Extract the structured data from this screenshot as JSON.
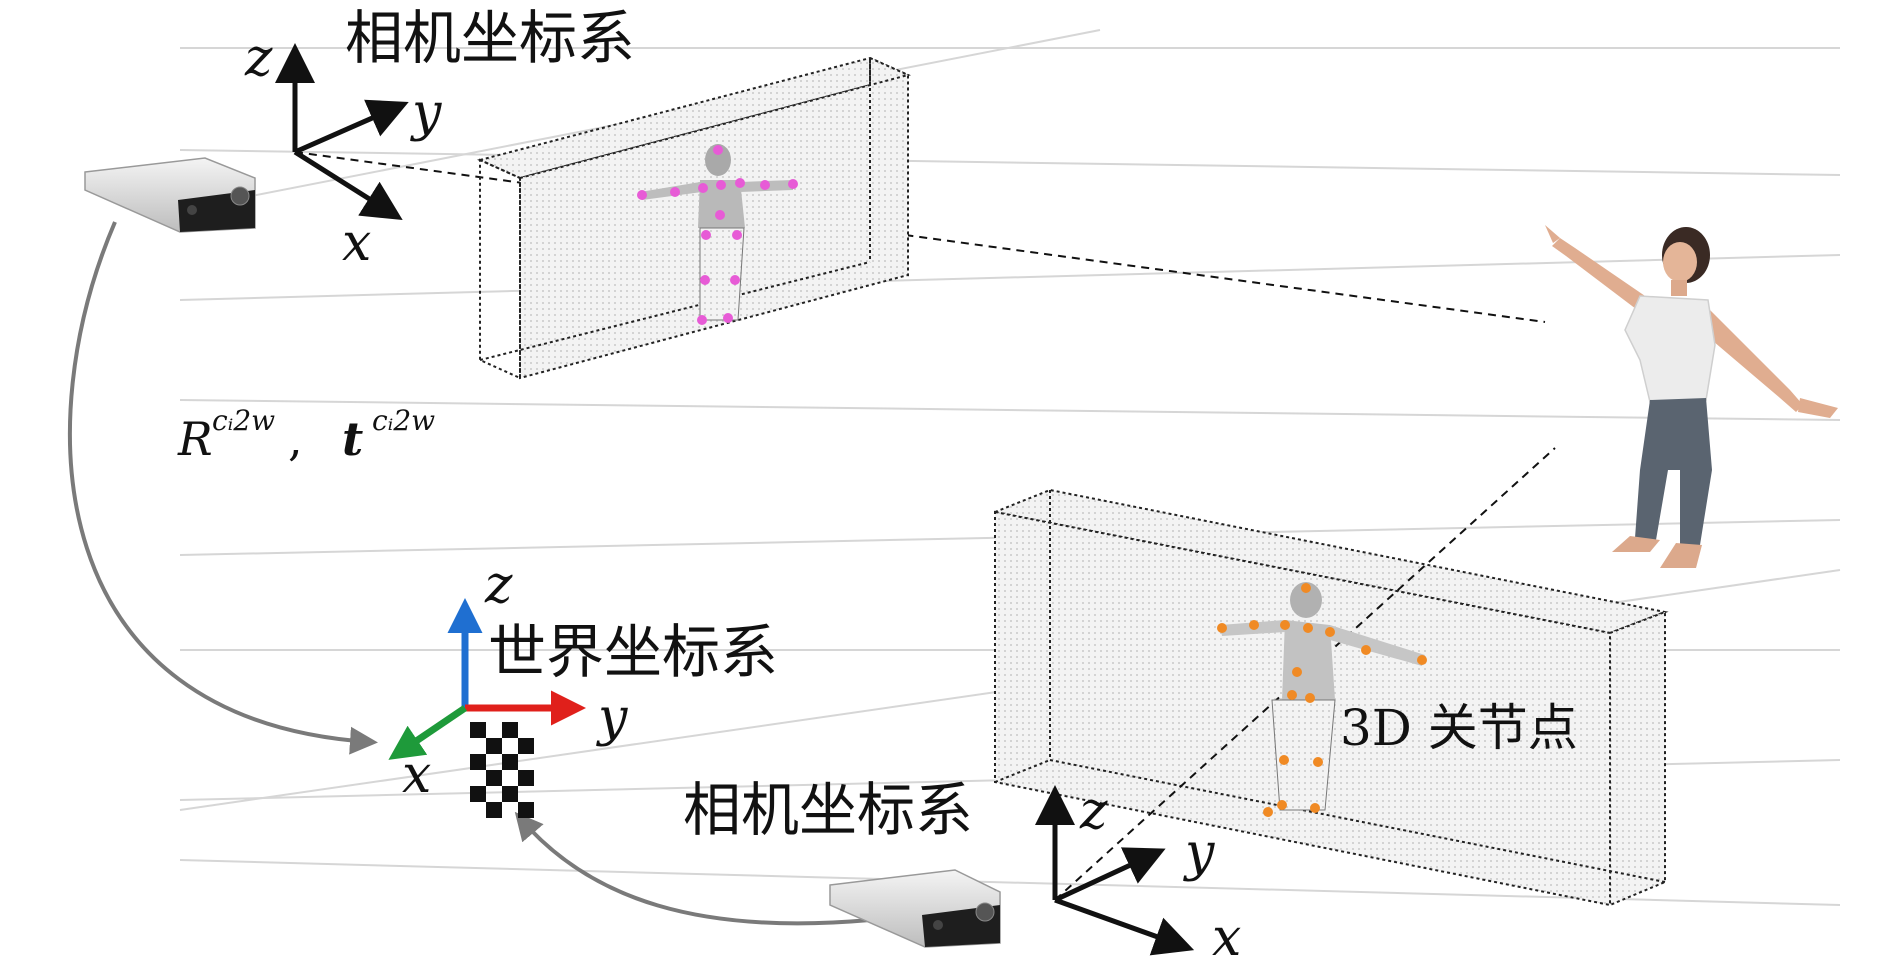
{
  "labels": {
    "camera_frame_top": "相机坐标系",
    "camera_frame_bottom": "相机坐标系",
    "world_frame": "世界坐标系",
    "keypoints": "3D 关节点",
    "transform_R": "R",
    "transform_R_sup": "cᵢ2w",
    "transform_sep": ",",
    "transform_t": "t",
    "transform_t_sup": "cᵢ2w"
  },
  "axes": {
    "top_camera": {
      "z": "z",
      "y": "y",
      "x": "x"
    },
    "world": {
      "z": "z",
      "y": "y",
      "x": "x"
    },
    "bottom_camera": {
      "z": "z",
      "y": "y",
      "x": "x"
    }
  },
  "colors": {
    "world_z": "#1f6fd1",
    "world_y": "#e0201b",
    "world_x": "#1e9a3a",
    "keypoints_top": "#e75bd6",
    "keypoints_bottom": "#f08a24",
    "curve_arrow": "#7a7a7a"
  },
  "icons": [
    "depth-camera-icon",
    "checkerboard-icon",
    "human-figure-icon"
  ]
}
